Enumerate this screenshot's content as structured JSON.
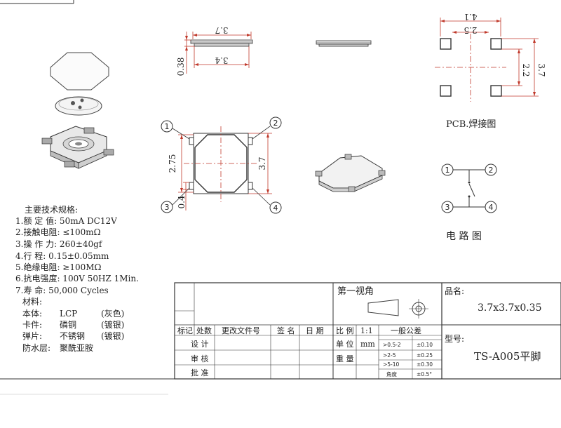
{
  "dims": {
    "top_width": "3.7",
    "top_height": "0.38",
    "top_inner_width": "3.4",
    "front_width": "3.7",
    "front_height": "2.75",
    "bottom_lead": "0.4",
    "pcb_outer": "4.1",
    "pcb_inner": "2.5",
    "pcb_h_inner": "2.2",
    "pcb_h_outer": "3.7"
  },
  "pins": [
    "1",
    "2",
    "3",
    "4"
  ],
  "circuit_pins": [
    "1",
    "2",
    "3",
    "4"
  ],
  "pcb_label": "PCB.焊接图",
  "circuit_label": "电 路 图",
  "specs": {
    "title": "主要技术规格:",
    "items": [
      "1.额 定 值: 50mA DC12V",
      "2.接触电阻: ≤100mΩ",
      "3.操 作 力: 260±40gf",
      "4.行     程: 0.15±0.05mm",
      "5.绝缘电阻: ≥100MΩ",
      "6.抗电强度: 100V 50HZ 1Min.",
      "7.寿     命: 50,000 Cycles"
    ]
  },
  "materials": {
    "title": "材料:",
    "rows": [
      {
        "part": "本体:",
        "mat": "LCP",
        "note": "(灰色)"
      },
      {
        "part": "卡件:",
        "mat": "磷铜",
        "note": "(镀银)"
      },
      {
        "part": "弹片:",
        "mat": "不锈钢",
        "note": "(镀银)"
      },
      {
        "part": "防水层:",
        "mat": "聚酰亚胺",
        "note": ""
      }
    ]
  },
  "titleblock": {
    "view_angle": "第一视角",
    "header_cols": [
      "标记",
      "处数",
      "更改文件号",
      "签 名",
      "日 期"
    ],
    "rows": [
      "设 计",
      "审 核",
      "批 准"
    ],
    "scale_label": "比 例",
    "scale_value": "1:1",
    "unit_label": "单 位",
    "unit_value": "mm",
    "weight_label": "重 量",
    "tolerance_title": "一般公差",
    "tolerances": [
      {
        "range": ">0.5-2",
        "tol": "±0.10"
      },
      {
        "range": ">2-5",
        "tol": "±0.25"
      },
      {
        "range": ">5-10",
        "tol": "±0.30"
      },
      {
        "range": "角度",
        "tol": "±0.5°"
      }
    ],
    "name_label": "品名:",
    "name_value": "3.7x3.7x0.35",
    "model_label": "型号:",
    "model_value": "TS-A005平脚"
  }
}
